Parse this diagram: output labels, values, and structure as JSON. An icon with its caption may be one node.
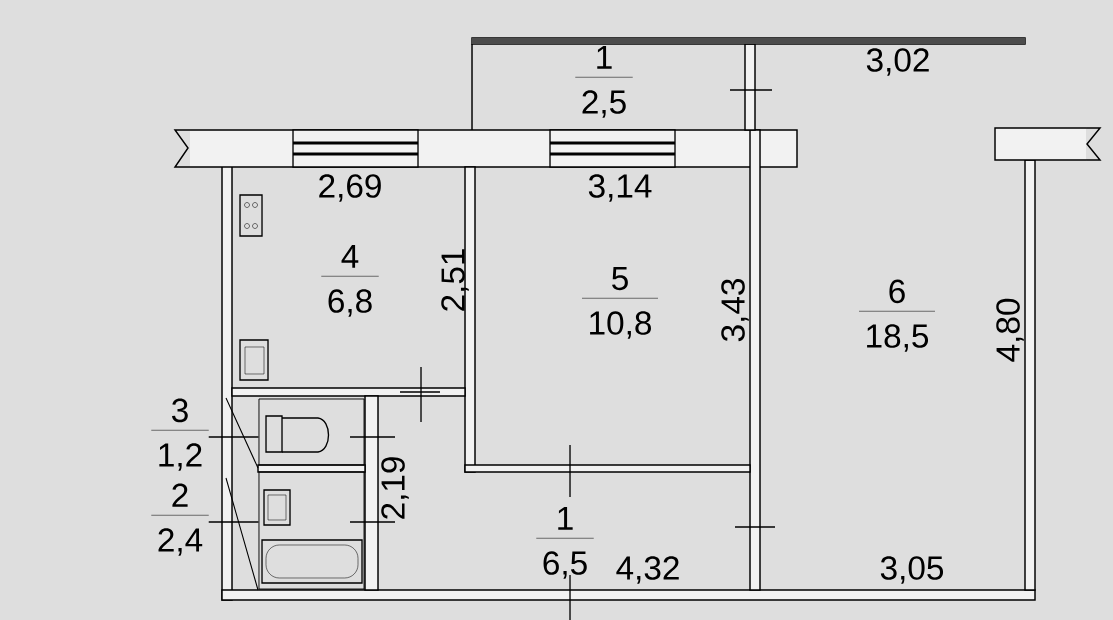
{
  "diagram": {
    "nodes": [
      {
        "text": [
          "1",
          "2,5"
        ]
      },
      {
        "text": [
          "4",
          "6,8"
        ]
      },
      {
        "text": [
          "5",
          "10,8"
        ]
      },
      {
        "text": [
          "6",
          "18,5"
        ]
      },
      {
        "text": [
          "3",
          "1,2"
        ]
      },
      {
        "text": [],
        "shape": "box"
      },
      {
        "text": [
          "2",
          "2,4"
        ]
      },
      {
        "text": [],
        "shape": "box"
      },
      {
        "text": [
          "1",
          "6,5"
        ]
      }
    ],
    "edges": [
      {
        "from": 4,
        "to": 5,
        "arrow": "none"
      },
      {
        "from": 6,
        "to": 7,
        "arrow": "none"
      }
    ],
    "labels": [
      "3,02",
      "2,69",
      "3,14",
      "2,51",
      "3,43",
      "4,80",
      "2,19",
      "4,32",
      "3,05"
    ]
  }
}
